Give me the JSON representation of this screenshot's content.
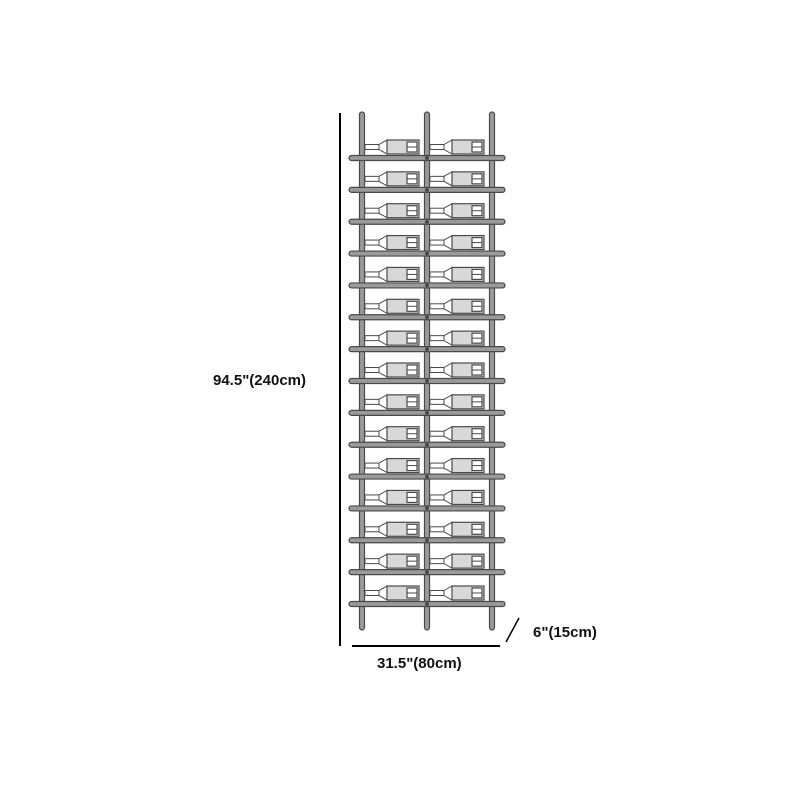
{
  "diagram": {
    "subject": "wall-mounted wine rack",
    "columns": 2,
    "shelves": 15,
    "bottles_per_shelf": 2,
    "total_bottles": 30,
    "dimensions": {
      "height": "94.5\"(240cm)",
      "width": "31.5\"(80cm)",
      "depth": "6\"(15cm)"
    },
    "colors": {
      "frame": "#4a4a4a",
      "frame_light": "#9a9a9a",
      "bottle_label": "#d8d8d8",
      "dimension_line": "#000000",
      "background": "#ffffff"
    }
  }
}
